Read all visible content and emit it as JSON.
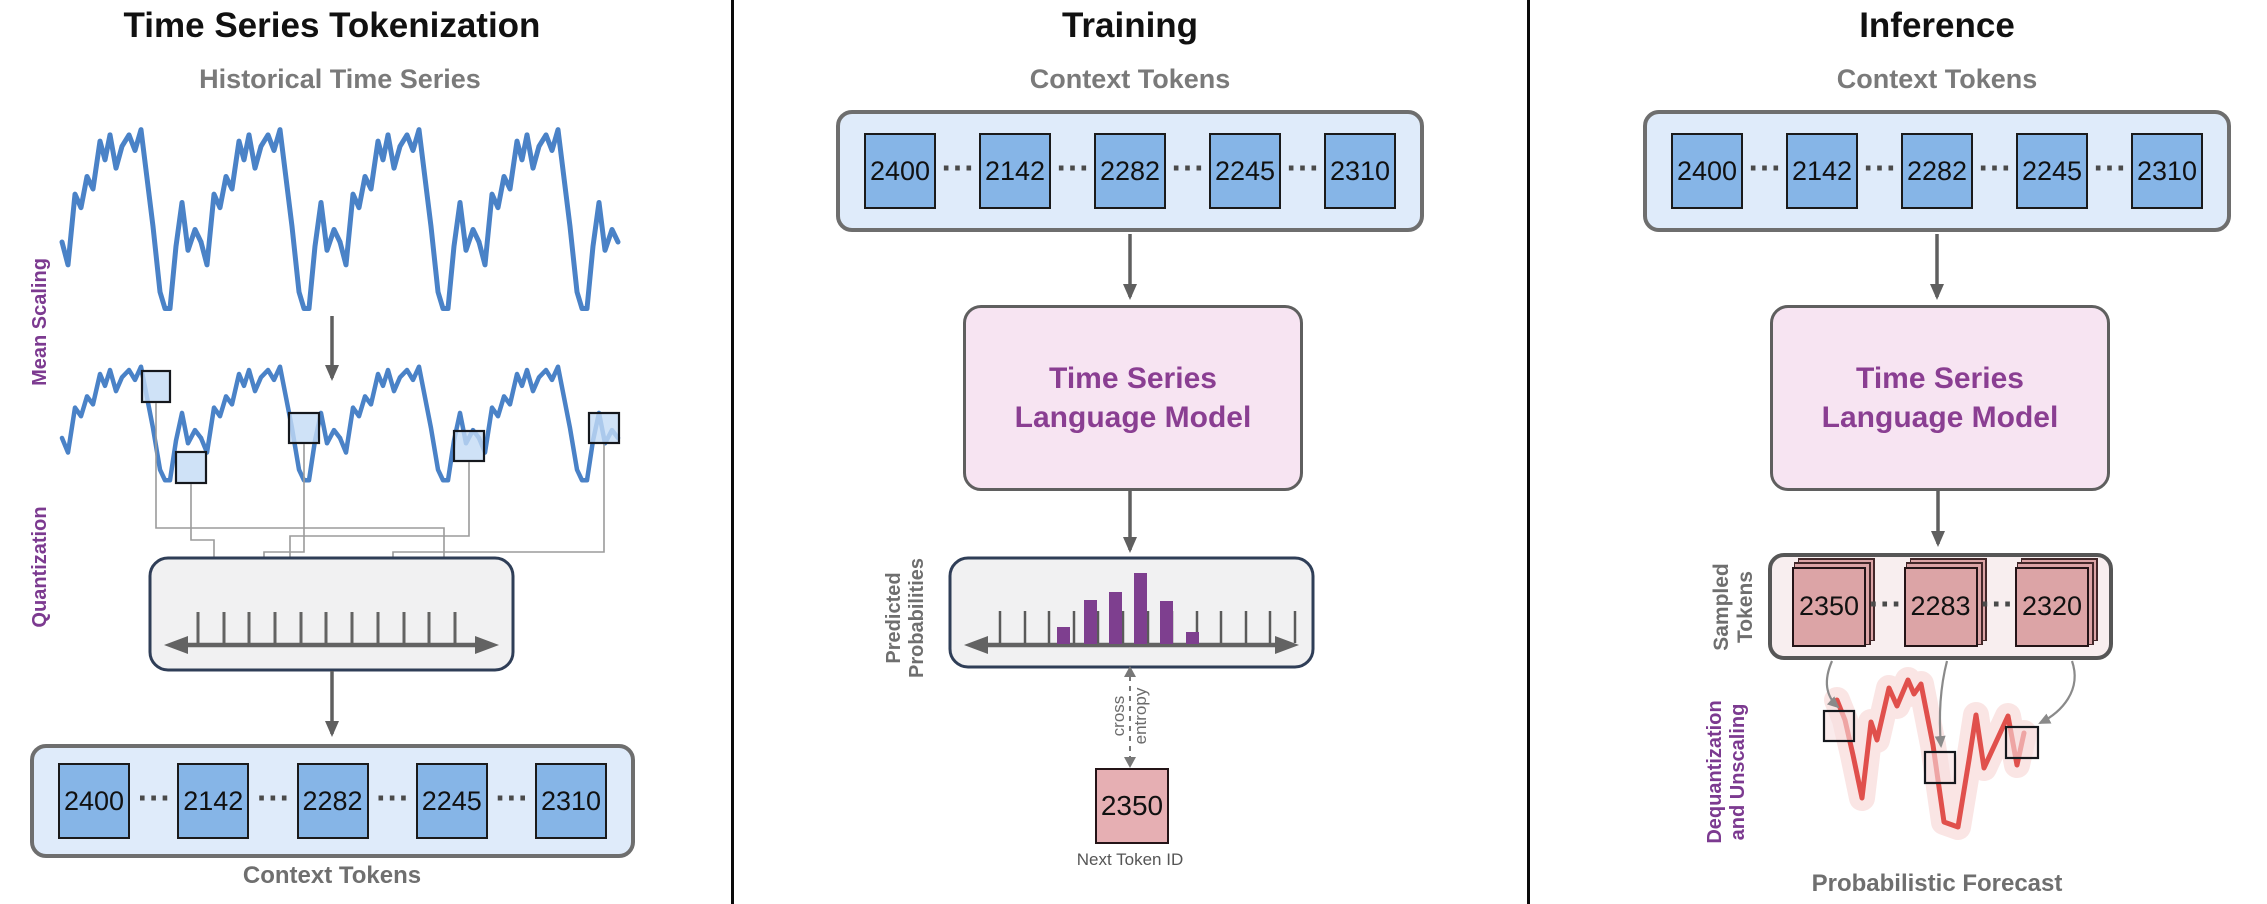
{
  "panels": {
    "tokenization": {
      "title": "Time Series Tokenization",
      "series_heading": "Historical Time Series",
      "mean_scaling_label": "Mean Scaling",
      "quantization_label": "Quantization",
      "tokens": [
        "2400",
        "2142",
        "2282",
        "2245",
        "2310"
      ],
      "context_tokens_caption": "Context Tokens"
    },
    "training": {
      "title": "Training",
      "context_tokens_heading": "Context Tokens",
      "tokens": [
        "2400",
        "2142",
        "2282",
        "2245",
        "2310"
      ],
      "model_label_line1": "Time Series",
      "model_label_line2": "Language Model",
      "predicted_probabilities_line1": "Predicted",
      "predicted_probabilities_line2": "Probabilities",
      "cross_entropy_line1": "cross",
      "cross_entropy_line2": "entropy",
      "next_token_value": "2350",
      "next_token_caption": "Next Token ID"
    },
    "inference": {
      "title": "Inference",
      "context_tokens_heading": "Context Tokens",
      "tokens": [
        "2400",
        "2142",
        "2282",
        "2245",
        "2310"
      ],
      "model_label_line1": "Time Series",
      "model_label_line2": "Language Model",
      "sampled_tokens_line1": "Sampled",
      "sampled_tokens_line2": "Tokens",
      "sampled_tokens": [
        "2350",
        "2283",
        "2320"
      ],
      "dequantization_line1": "Dequantization",
      "dequantization_line2": "and Unscaling",
      "forecast_caption": "Probabilistic Forecast"
    }
  },
  "shared": {
    "ellipsis": "⋯"
  },
  "colors": {
    "series_blue": "#4A82C7",
    "token_blue": "#86B5E7",
    "token_container_blue": "#DFEBFA",
    "model_pink": "#F7E4F2",
    "model_text_purple": "#8A3E92",
    "side_label_purple": "#7C3A90",
    "histogram_purple": "#7E3F8F",
    "sampled_card_pink": "#DCA4A6",
    "next_token_pink": "#E6AFB3",
    "forecast_red": "#E0504C",
    "heading_gray": "#7A7A7A"
  }
}
